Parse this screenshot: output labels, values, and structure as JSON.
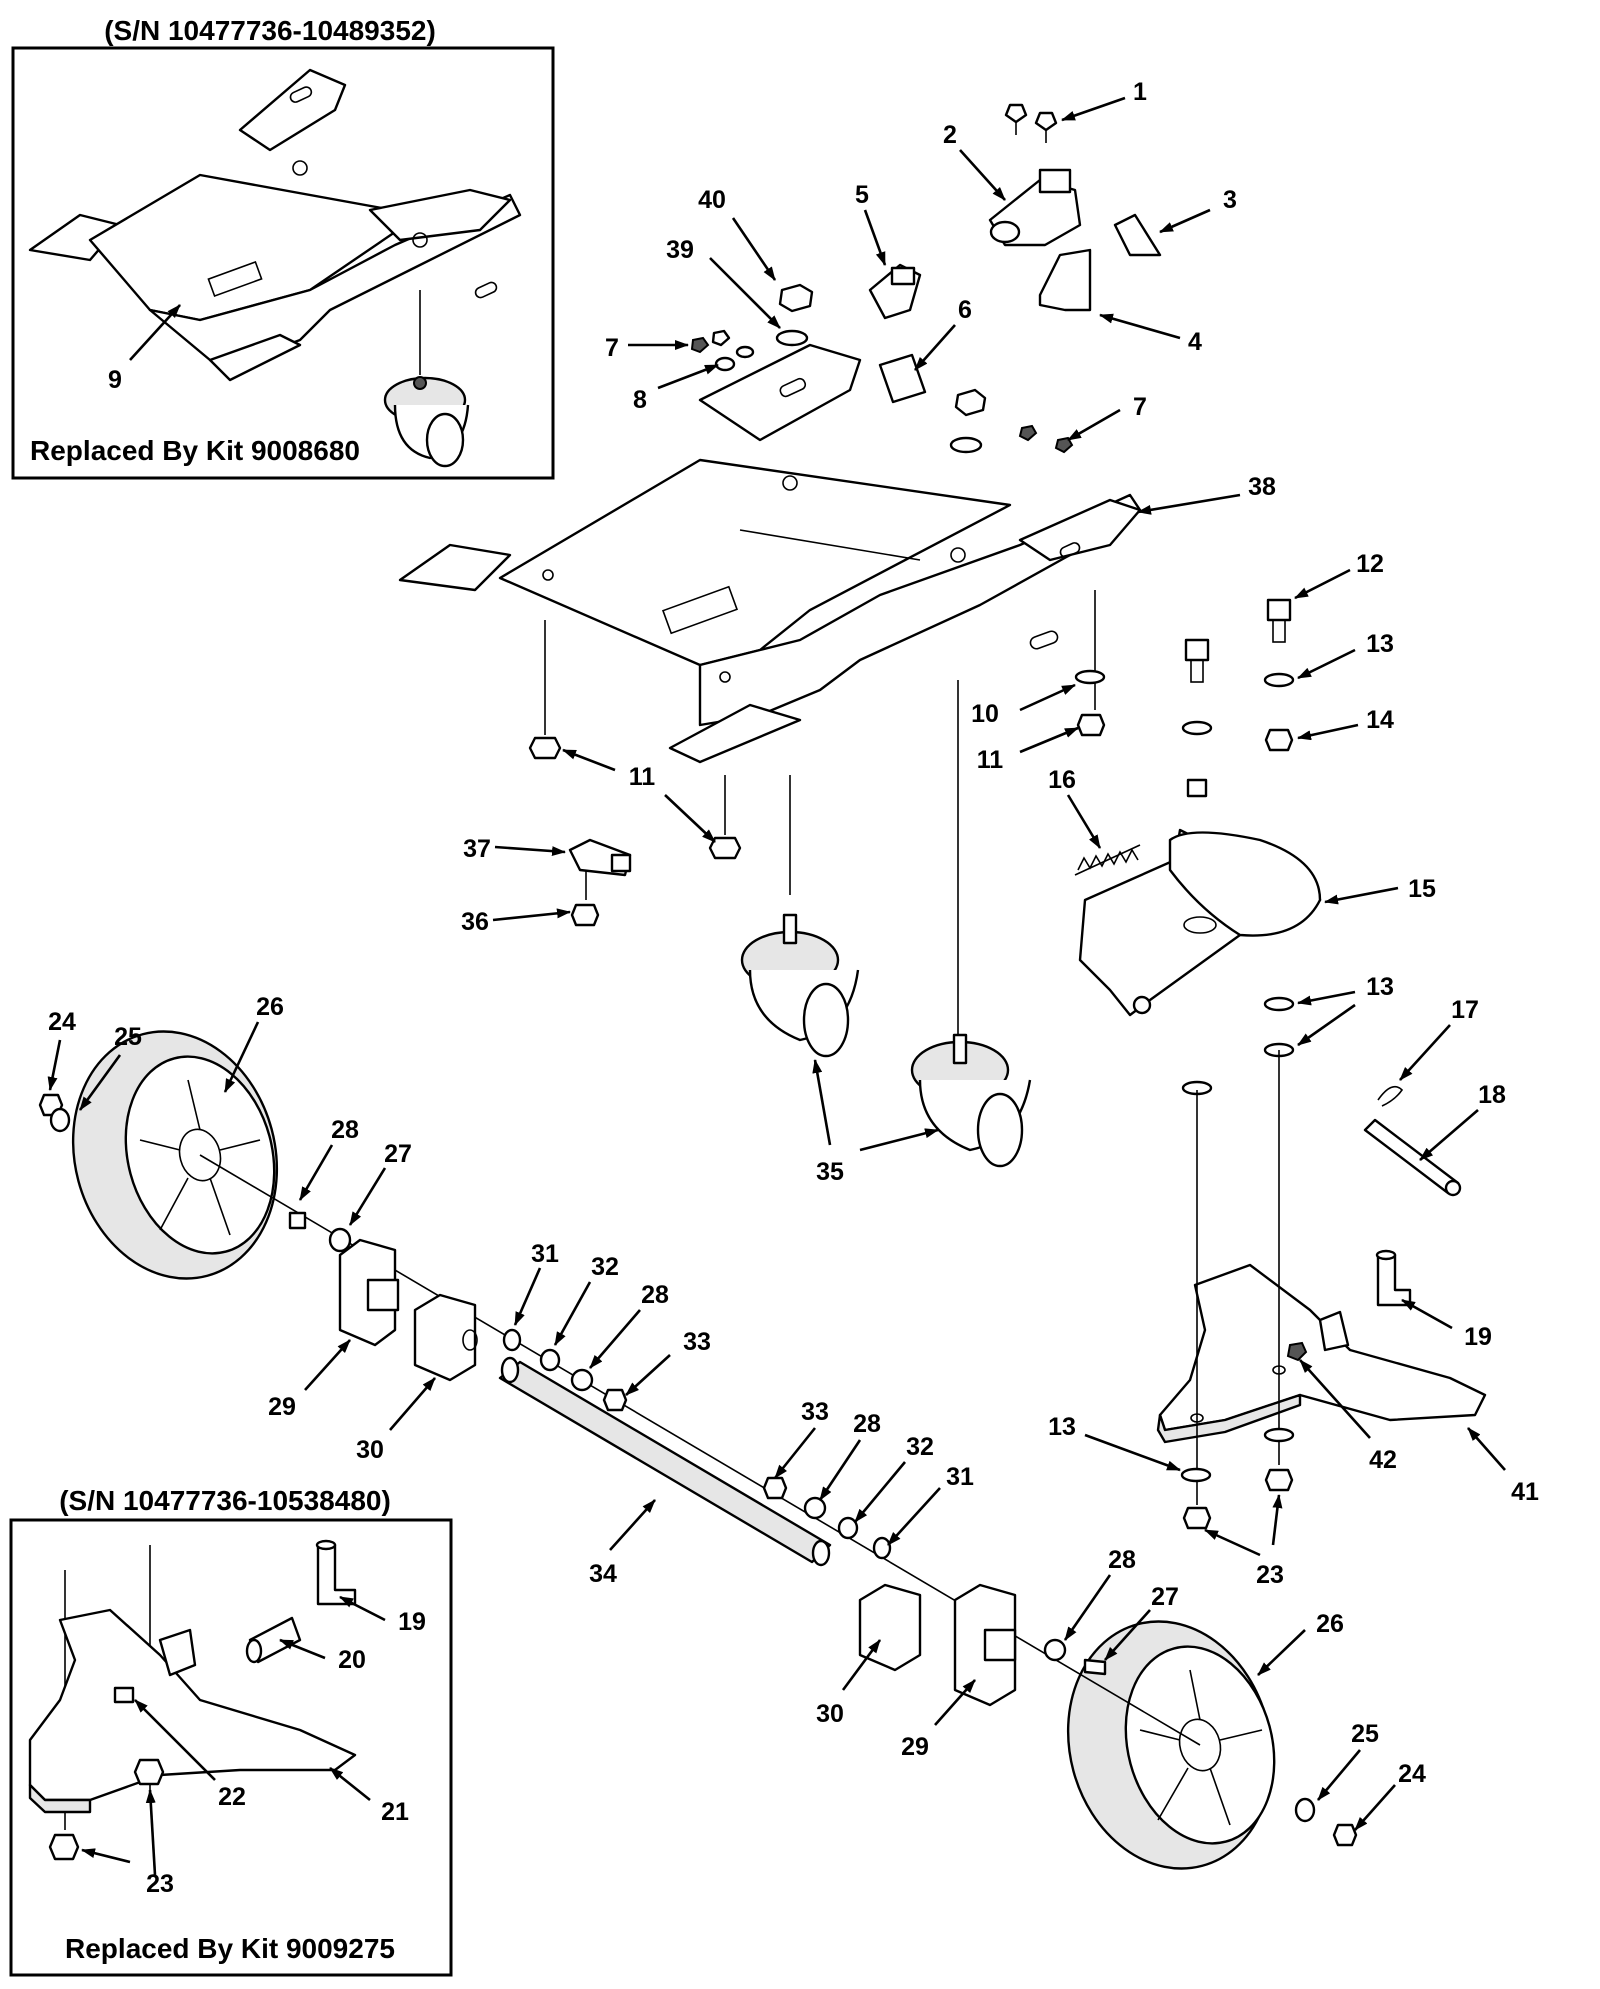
{
  "insets": [
    {
      "title": "(S/N 10477736-10489352)",
      "note": "Replaced By Kit 9008680"
    },
    {
      "title": "(S/N 10477736-10538480)",
      "note": "Replaced By Kit 9009275"
    }
  ],
  "callouts": [
    "1",
    "2",
    "3",
    "4",
    "5",
    "6",
    "7",
    "8",
    "39",
    "40",
    "7",
    "38",
    "12",
    "13",
    "14",
    "10",
    "11",
    "11",
    "16",
    "15",
    "37",
    "36",
    "35",
    "13",
    "17",
    "18",
    "24",
    "25",
    "26",
    "28",
    "27",
    "31",
    "32",
    "28",
    "33",
    "29",
    "30",
    "19",
    "42",
    "41",
    "34",
    "33",
    "28",
    "32",
    "31",
    "13",
    "23",
    "30",
    "29",
    "28",
    "27",
    "26",
    "25",
    "24",
    "9",
    "19",
    "20",
    "21",
    "22",
    "23"
  ],
  "colors": {
    "line": "#000000",
    "background": "#ffffff",
    "shade": "#e6e6e6"
  }
}
